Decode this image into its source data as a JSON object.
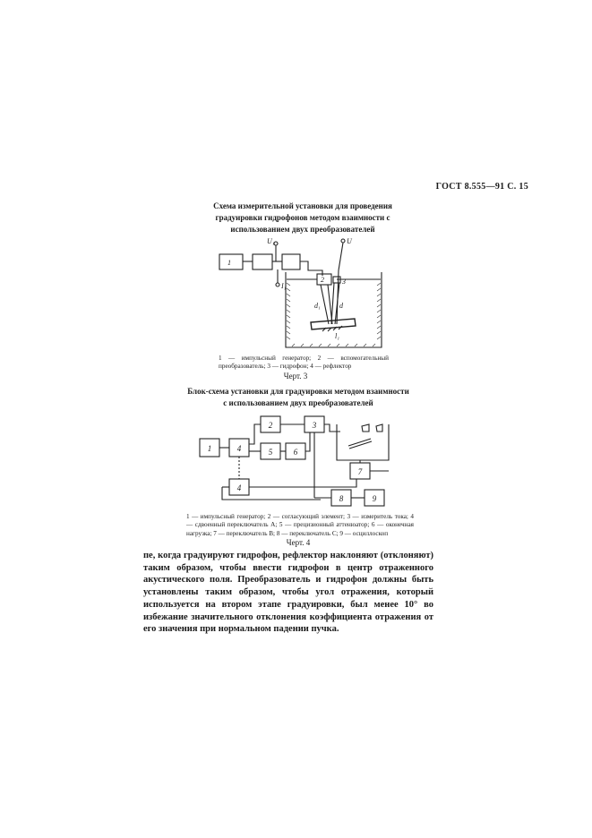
{
  "header": {
    "text": "ГОСТ 8.555—91 С. 15"
  },
  "figure1": {
    "caption": "Схема измерительной установки для проведения градуировки гидрофонов методом взаимности с использованием двух преобразователей",
    "legend": "1 — импульсный генератор; 2 — вспомогательный преобразователь; 3 — гидрофон; 4 — рефлектор",
    "label": "Черт. 3",
    "labels": {
      "b1": "1",
      "u1": "U₁",
      "u": "U",
      "i1": "I₁",
      "n2": "2",
      "n3": "3",
      "d1": "d₁",
      "d": "d",
      "l1": "l₁"
    }
  },
  "figure2": {
    "caption": "Блок-схема установки для градуировки методом взаимности с использованием двух преобразователей",
    "legend": "1 — импульсный генератор; 2 — согласующий элемент; 3 — измеритель тока; 4 — сдвоенный переключатель А; 5 — прецизионный аттенюатор; 6 — оконечная нагрузка; 7 — переключатель В; 8 — переключатель С; 9 — осциллоскоп",
    "label": "Черт. 4",
    "blocks": {
      "b1": "1",
      "b4a": "4",
      "b2": "2",
      "b3": "3",
      "b5": "5",
      "b6": "6",
      "b7": "7",
      "b4b": "4",
      "b8": "8",
      "b9": "9"
    }
  },
  "body": {
    "text": "пе, когда градуируют гидрофон, рефлектор наклоняют (отклоняют) таким образом, чтобы ввести гидрофон в центр отраженного акустического поля. Преобразователь и гидрофон должны быть установлены таким образом, чтобы угол отражения, который используется на втором этапе градуировки, был менее 10° во избежание значительного отклонения коэффициента отражения от его значения при нормальном падении пучка."
  }
}
